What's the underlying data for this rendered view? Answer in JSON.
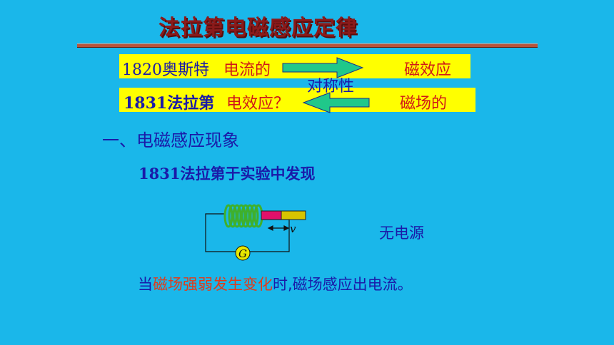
{
  "title": "法拉第电磁感应定律",
  "row1": {
    "year": "1820奥斯特",
    "left": "电流的",
    "right": "磁效应"
  },
  "row2": {
    "year": "1831法拉第",
    "left": "电效应？",
    "right": "磁场的"
  },
  "symmetry": "对称性",
  "section": "一、电磁感应现象",
  "discovery": "1831法拉第于实验中发现",
  "diagram": {
    "velocity_label": "v",
    "galvanometer_label": "G"
  },
  "no_source": "无电源",
  "conclusion": {
    "part1": "当",
    "part2": "磁场强弱发生变化",
    "part3": "时,磁场感应出电流。"
  },
  "colors": {
    "background": "#1ab7ea",
    "band": "#ffff00",
    "arrow": "#20c88a",
    "coil": "#3fb02c",
    "magnet_n": "#e0106a",
    "magnet_s": "#d8c400"
  }
}
